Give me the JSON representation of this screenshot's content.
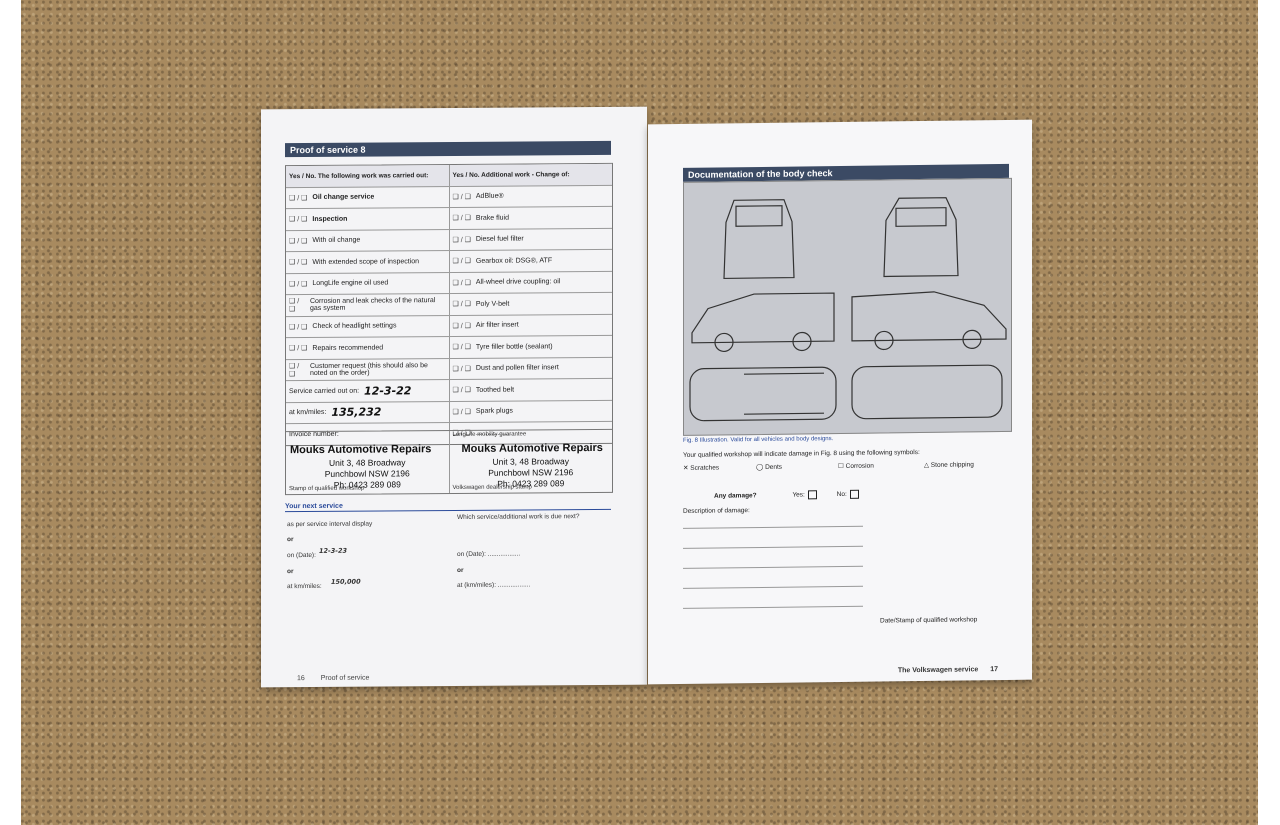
{
  "left_page": {
    "section_title": "Proof of service 8",
    "col_header_left": "Yes / No. The following work was carried out:",
    "col_header_right": "Yes / No. Additional work - Change of:",
    "rows": [
      {
        "left": "Oil change service",
        "right": "AdBlue®"
      },
      {
        "left": "Inspection",
        "right": "Brake fluid"
      },
      {
        "left": "With oil change",
        "right": "Diesel fuel filter"
      },
      {
        "left": "With extended scope of inspection",
        "right": "Gearbox oil: DSG®, ATF"
      },
      {
        "left": "LongLife engine oil used",
        "right": "All-wheel drive coupling: oil"
      },
      {
        "left": "Corrosion and leak checks of the natural gas system",
        "right": "Poly V-belt"
      },
      {
        "left": "Check of headlight settings",
        "right": "Air filter insert"
      },
      {
        "left": "Repairs recommended",
        "right": "Tyre filler bottle (sealant)"
      },
      {
        "left": "Customer request (this should also be noted on the order)",
        "right": "Dust and pollen filter insert"
      }
    ],
    "checkbox": "❑ / ❑",
    "service_date_label": "Service carried out on:",
    "service_date_value": "12-3-22",
    "miles_label": "at km/miles:",
    "miles_value": "135,232",
    "invoice_label": "Invoice number:",
    "toothed_belt": "Toothed belt",
    "spark_plugs": "Spark plugs",
    "dots": "..................",
    "longlife_label": "LongLife mobility guarantee",
    "stamp_name": "Mouks Automotive Repairs",
    "stamp_addr1": "Unit 3, 48 Broadway",
    "stamp_addr2": "Punchbowl NSW 2196",
    "stamp_phone": "Ph: 0423 289 089",
    "stamp_left_caption": "Stamp of qualified workshop",
    "stamp_right_caption": "Volkswagen dealership stamp",
    "next_service_title": "Your next service",
    "next_interval": "as per service interval display",
    "next_or": "or",
    "next_date_label": "on (Date):",
    "next_date_value": "12-3-23",
    "next_miles_label": "at km/miles:",
    "next_miles_value": "150,000",
    "next_which": "Which service/additional work is due next?",
    "next_date_right": "on (Date): ..................",
    "next_miles_right": "at (km/miles): ..................",
    "footer_num": "16",
    "footer_text": "Proof of service"
  },
  "right_page": {
    "section_title": "Documentation of the body check",
    "fig_caption": "Fig. 8  Illustration. Valid for all vehicles and body designs.",
    "damage_instruction": "Your qualified workshop will indicate damage in Fig. 8 using the following symbols:",
    "symbols": [
      "✕ Scratches",
      "◯ Dents",
      "☐ Corrosion",
      "△ Stone chipping"
    ],
    "any_damage": "Any damage?",
    "yes": "Yes:",
    "no": "No:",
    "description_label": "Description of damage:",
    "date_stamp_label": "Date/Stamp of qualified workshop",
    "footer_text": "The Volkswagen service",
    "footer_num": "17"
  }
}
